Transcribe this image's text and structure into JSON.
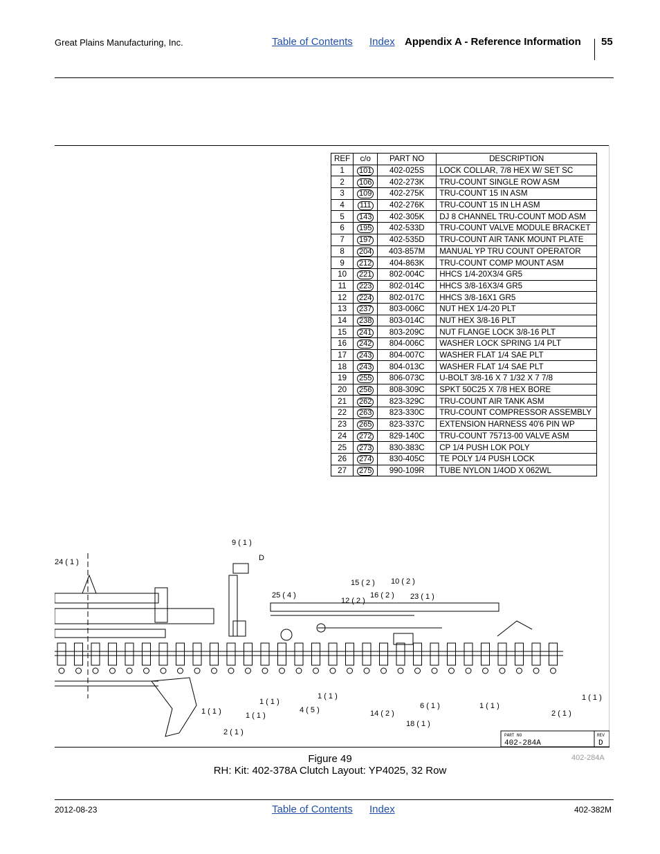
{
  "header": {
    "company": "Great Plains Manufacturing, Inc.",
    "toc_link": "Table of Contents",
    "index_link": "Index",
    "section": "Appendix A - Reference Information",
    "page_number": "55"
  },
  "parts_table": {
    "columns": [
      "REF",
      "c/o",
      "PART NO",
      "DESCRIPTION"
    ],
    "rows": [
      [
        "1",
        "101",
        "402-025S",
        "LOCK COLLAR, 7/8 HEX W/ SET SC"
      ],
      [
        "2",
        "106",
        "402-273K",
        "TRU-COUNT SINGLE ROW ASM"
      ],
      [
        "3",
        "109",
        "402-275K",
        "TRU-COUNT 15 IN ASM"
      ],
      [
        "4",
        "111",
        "402-276K",
        "TRU-COUNT 15 IN LH ASM"
      ],
      [
        "5",
        "143",
        "402-305K",
        "DJ 8 CHANNEL TRU-COUNT MOD ASM"
      ],
      [
        "6",
        "195",
        "402-533D",
        "TRU-COUNT VALVE MODULE BRACKET"
      ],
      [
        "7",
        "197",
        "402-535D",
        "TRU-COUNT AIR TANK MOUNT PLATE"
      ],
      [
        "8",
        "204",
        "403-857M",
        "MANUAL YP TRU COUNT OPERATOR"
      ],
      [
        "9",
        "212",
        "404-863K",
        "TRU-COUNT COMP MOUNT ASM"
      ],
      [
        "10",
        "221",
        "802-004C",
        "HHCS 1/4-20X3/4 GR5"
      ],
      [
        "11",
        "223",
        "802-014C",
        "HHCS 3/8-16X3/4 GR5"
      ],
      [
        "12",
        "224",
        "802-017C",
        "HHCS 3/8-16X1 GR5"
      ],
      [
        "13",
        "237",
        "803-006C",
        "NUT HEX 1/4-20 PLT"
      ],
      [
        "14",
        "238",
        "803-014C",
        "NUT HEX 3/8-16 PLT"
      ],
      [
        "15",
        "241",
        "803-209C",
        "NUT FLANGE LOCK 3/8-16 PLT"
      ],
      [
        "16",
        "242",
        "804-006C",
        "WASHER LOCK SPRING 1/4 PLT"
      ],
      [
        "17",
        "243",
        "804-007C",
        "WASHER FLAT 1/4 SAE PLT"
      ],
      [
        "18",
        "243",
        "804-013C",
        "WASHER FLAT 1/4 SAE PLT"
      ],
      [
        "19",
        "255",
        "806-073C",
        "U-BOLT 3/8-16 X 7 1/32 X 7 7/8"
      ],
      [
        "20",
        "256",
        "808-309C",
        "SPKT 50C25 X 7/8 HEX BORE"
      ],
      [
        "21",
        "262",
        "823-329C",
        "TRU-COUNT AIR TANK ASM"
      ],
      [
        "22",
        "263",
        "823-330C",
        "TRU-COUNT COMPRESSOR ASSEMBLY"
      ],
      [
        "23",
        "265",
        "823-337C",
        "EXTENSION HARNESS 40'6 PIN WP"
      ],
      [
        "24",
        "272",
        "829-140C",
        "TRU-COUNT 75713-00 VALVE ASM"
      ],
      [
        "25",
        "273",
        "830-383C",
        "CP 1/4 PUSH LOK POLY"
      ],
      [
        "26",
        "274",
        "830-405C",
        "TE POLY 1/4 PUSH LOCK"
      ],
      [
        "27",
        "275",
        "990-109R",
        "TUBE NYLON 1/4OD X 062WL"
      ]
    ]
  },
  "drawing": {
    "callouts": [
      {
        "label": "24 ( 1 )"
      },
      {
        "label": "9 ( 1 )"
      },
      {
        "label": "D"
      },
      {
        "label": "25 ( 4 )"
      },
      {
        "label": "15 ( 2 )"
      },
      {
        "label": "10 ( 2 )"
      },
      {
        "label": "16 ( 2 )"
      },
      {
        "label": "23 ( 1 )"
      },
      {
        "label": "12 ( 2 )"
      },
      {
        "label": "1 ( 1 )"
      },
      {
        "label": "1 ( 1 )"
      },
      {
        "label": "1 ( 1 )"
      },
      {
        "label": "4 ( 5 )"
      },
      {
        "label": "1 ( 1 )"
      },
      {
        "label": "2 ( 1 )"
      },
      {
        "label": "14 ( 2 )"
      },
      {
        "label": "6 ( 1 )"
      },
      {
        "label": "18 ( 1 )"
      },
      {
        "label": "1 ( 1 )"
      },
      {
        "label": "2 ( 1 )"
      },
      {
        "label": "1 ( 1 )"
      }
    ],
    "title_block": {
      "part_no_label": "PART NO",
      "part_no": "402-284A",
      "rev_label": "REV",
      "rev": "D"
    }
  },
  "figure": {
    "number": "Figure 49",
    "caption": "RH: Kit: 402-378A Clutch Layout: YP4025, 32 Row",
    "drawing_id": "402-284A"
  },
  "footer": {
    "date": "2012-08-23",
    "toc_link": "Table of Contents",
    "index_link": "Index",
    "doc_number": "402-382M"
  }
}
